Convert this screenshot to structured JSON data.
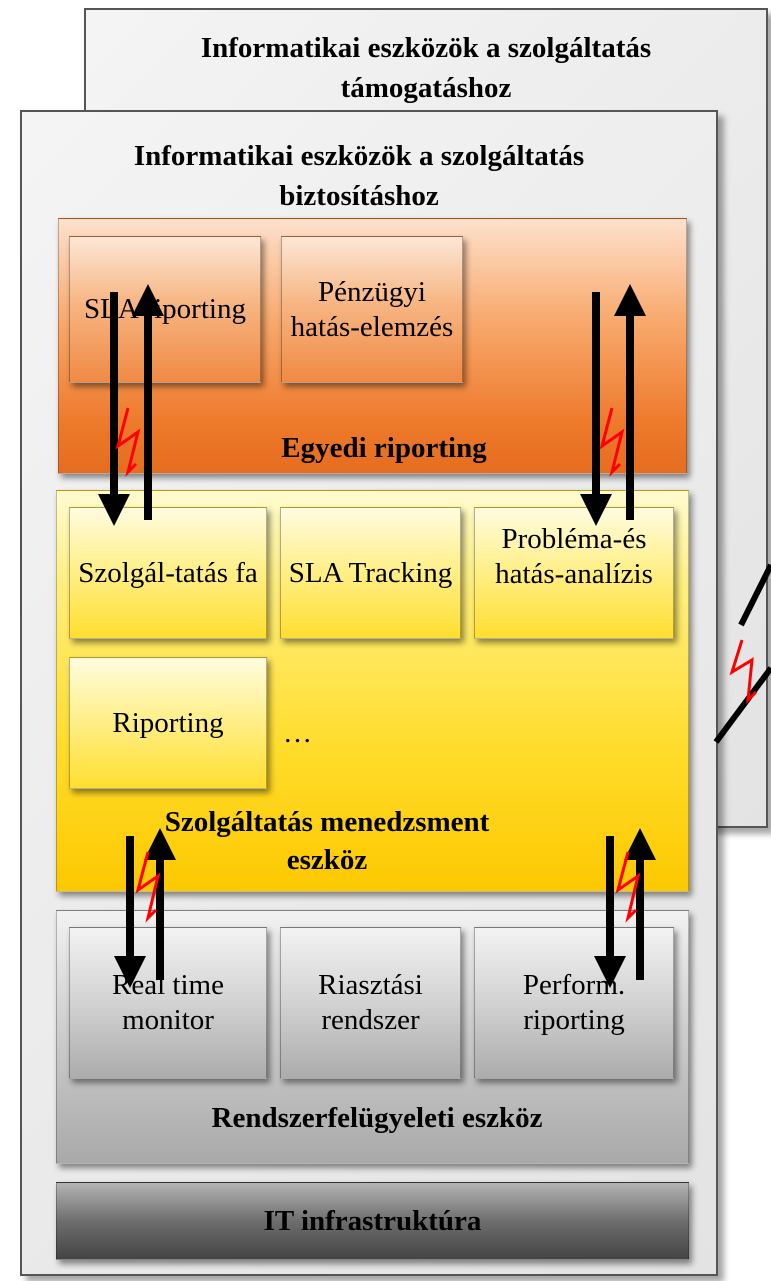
{
  "back_panel": {
    "title": "Informatikai eszközök a szolgáltatás támogatáshoz"
  },
  "front_panel": {
    "title": "Informatikai eszközök a szolgáltatás biztosításhoz"
  },
  "layers": {
    "reporting": {
      "label": "Egyedi riporting",
      "boxes": [
        "SLA riporting",
        "Pénzügyi hatás-elemzés"
      ]
    },
    "service_management": {
      "label": "Szolgáltatás menedzsment eszköz",
      "boxes": [
        "Szolgál-tatás fa",
        "SLA Tracking",
        "Probléma-és hatás-analízis",
        "Riporting"
      ],
      "ellipsis": "…"
    },
    "monitoring": {
      "label": "Rendszerfelügyeleti eszköz",
      "boxes": [
        "Real time monitor",
        "Riasztási rendszer",
        "Perform. riporting"
      ]
    },
    "infrastructure": {
      "label": "IT infrastruktúra"
    }
  },
  "icons": [
    "double-arrow-icon",
    "lightning-icon"
  ],
  "colors": {
    "reporting_layer": "#ee7a2c",
    "service_layer": "#ffdc2a",
    "monitoring_layer": "#a9a9a9",
    "infrastructure_layer": "#555555",
    "lightning": "#ff0000",
    "arrow": "#000000"
  }
}
